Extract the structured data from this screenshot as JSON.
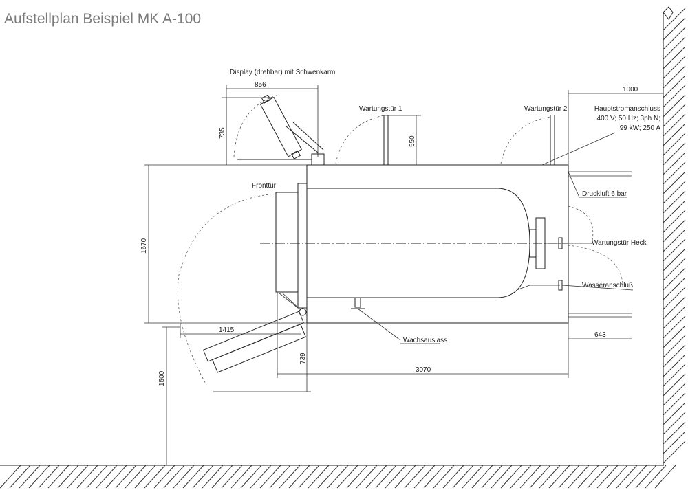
{
  "title": "Aufstellplan Beispiel MK A-100",
  "labels": {
    "display": "Display (drehbar) mit Schwenkarm",
    "door1": "Wartungstür 1",
    "door2": "Wartungstür 2",
    "power_1": "Hauptstromanschluss",
    "power_2": "400 V; 50 Hz; 3ph N;",
    "power_3": "99 kW; 250 A",
    "front_door": "Fronttür",
    "air": "Druckluft 6 bar",
    "rear_door": "Wartungstür Heck",
    "water": "Wasseranschluß",
    "wax": "Wachsauslass"
  },
  "dimensions": {
    "d856": "856",
    "d735": "735",
    "d550": "550",
    "d1000": "1000",
    "d1670": "1670",
    "d1415": "1415",
    "d739": "739",
    "d3070": "3070",
    "d643": "643",
    "d1500": "1500"
  },
  "colors": {
    "title": "#7a7a7a",
    "lines": "#222222"
  },
  "icons": {
    "marker": "arrow-tick"
  }
}
